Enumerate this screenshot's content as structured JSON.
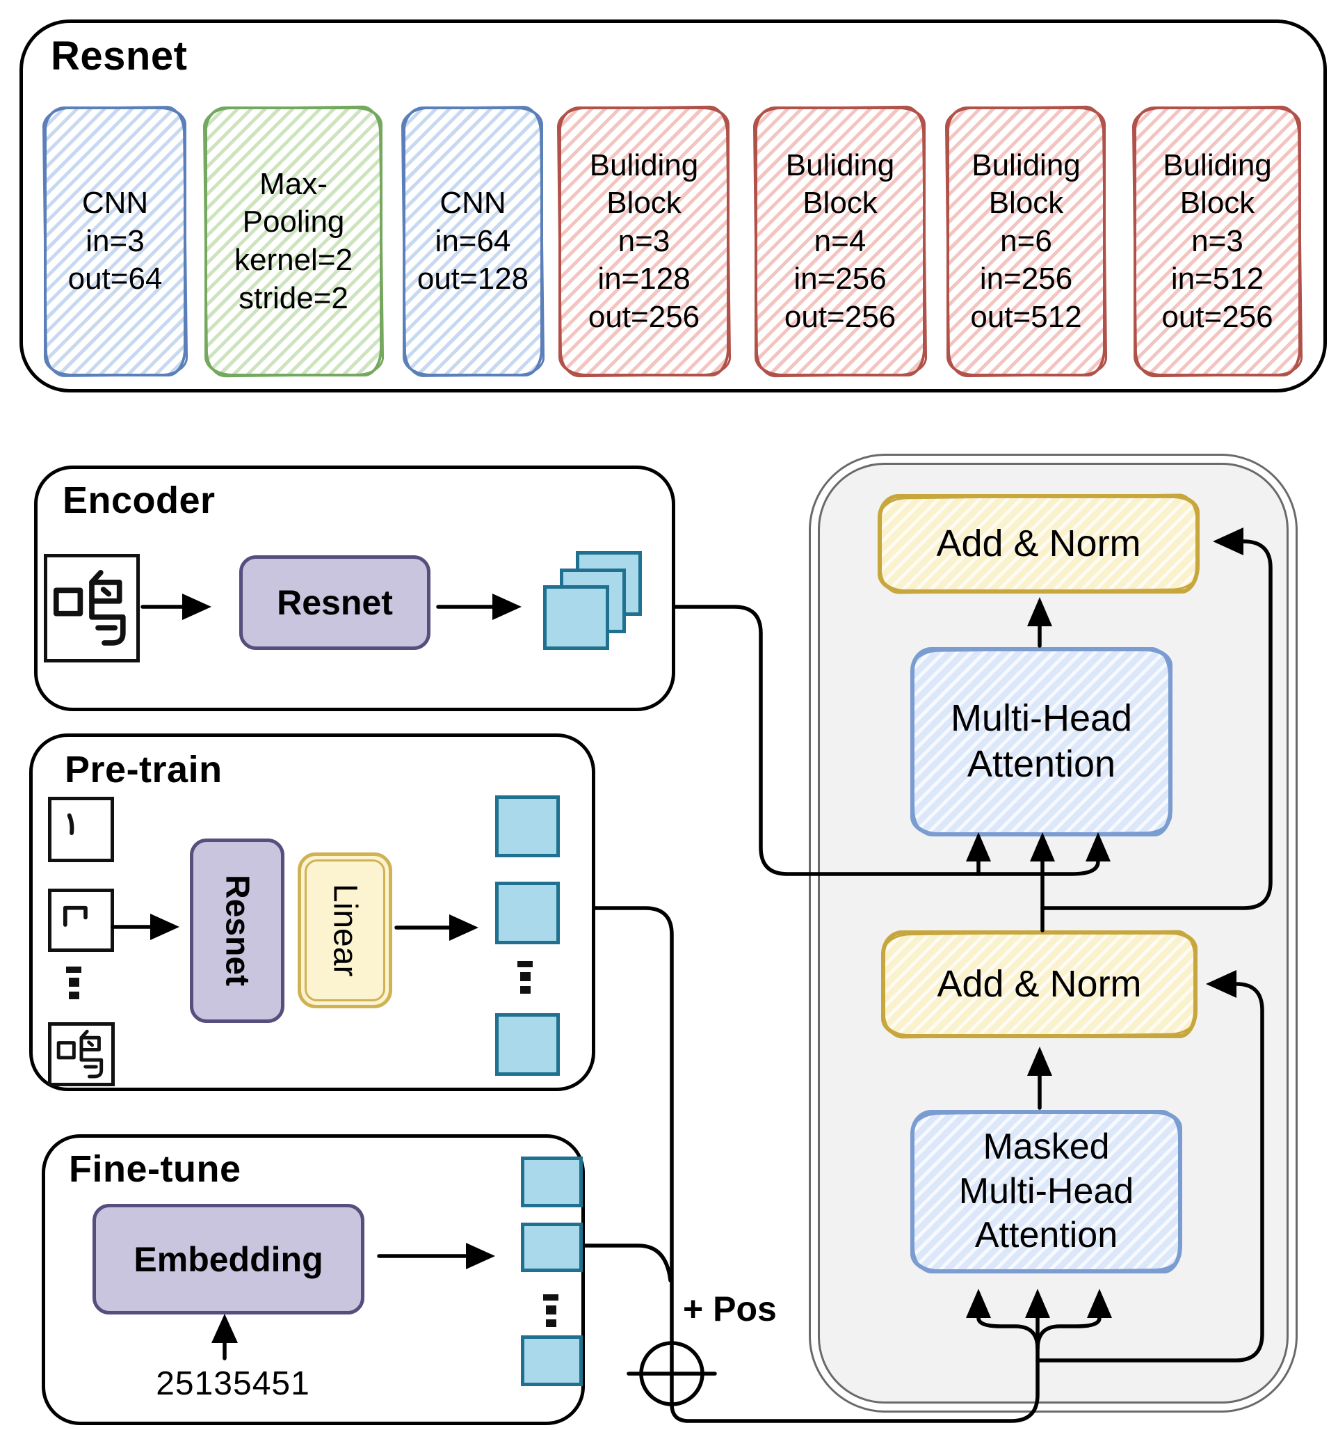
{
  "resnet_strip": {
    "title": "Resnet",
    "blocks": [
      {
        "name": "cnn-1",
        "color": "blue",
        "lines": [
          "CNN",
          "in=3",
          "out=64"
        ]
      },
      {
        "name": "max-pooling",
        "color": "green",
        "lines": [
          "Max-",
          "Pooling",
          "kernel=2",
          "stride=2"
        ]
      },
      {
        "name": "cnn-2",
        "color": "blue",
        "lines": [
          "CNN",
          "in=64",
          "out=128"
        ]
      },
      {
        "name": "building-block-1",
        "color": "red",
        "lines": [
          "Buliding",
          "Block",
          "n=3",
          "in=128",
          "out=256"
        ]
      },
      {
        "name": "building-block-2",
        "color": "red",
        "lines": [
          "Buliding",
          "Block",
          "n=4",
          "in=256",
          "out=256"
        ]
      },
      {
        "name": "building-block-3",
        "color": "red",
        "lines": [
          "Buliding",
          "Block",
          "n=6",
          "in=256",
          "out=512"
        ]
      },
      {
        "name": "building-block-4",
        "color": "red",
        "lines": [
          "Buliding",
          "Block",
          "n=3",
          "in=512",
          "out=256"
        ]
      }
    ]
  },
  "encoder": {
    "title": "Encoder",
    "input_char": "鸣",
    "resnet_label": "Resnet"
  },
  "pretrain": {
    "title": "Pre-train",
    "resnet_label": "Resnet",
    "linear_label": "Linear"
  },
  "finetune": {
    "title": "Fine-tune",
    "embedding_label": "Embedding",
    "input_sequence": "25135451"
  },
  "decoder": {
    "add_norm_top": "Add & Norm",
    "multi_head_lines": [
      "Multi-Head",
      "Attention"
    ],
    "add_norm_bottom": "Add & Norm",
    "masked_lines": [
      "Masked",
      "Multi-Head",
      "Attention"
    ],
    "pos_label": "+ Pos"
  },
  "colors": {
    "blue_block_border": "#5b7fb8",
    "blue_block_hatch": "#c7d9f0",
    "green_block_border": "#74a85e",
    "green_block_hatch": "#cde4bf",
    "red_block_border": "#b0524a",
    "red_block_hatch": "#f3c5c0",
    "add_norm_border": "#c7a63d",
    "add_norm_fill": "#faf1cd",
    "attention_border": "#7a9cd1",
    "attention_fill": "#dce8fa",
    "purple_fill": "#c9c5de",
    "purple_border": "#564e7c",
    "linear_fill": "#fcf3d1",
    "linear_border": "#cfb254",
    "square_fill": "#a9d9eb",
    "square_border": "#20718f",
    "panel_fill": "#f2f2f2",
    "panel_border": "#6a6a6a",
    "line_color": "#000000"
  }
}
